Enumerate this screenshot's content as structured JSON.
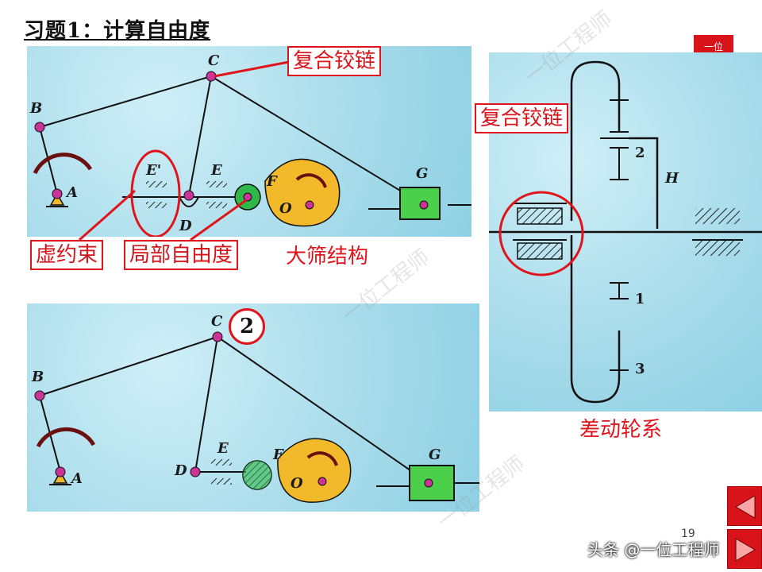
{
  "slide": {
    "title": "习题1：计算自由度",
    "page_number": "19",
    "corner_tag": "一位",
    "watermark": "头条 @一位工程师",
    "background_watermark": "一位工程师"
  },
  "panel_top": {
    "labels": {
      "A": "A",
      "B": "B",
      "C": "C",
      "D": "D",
      "E_prime": "E'",
      "E": "E",
      "F": "F",
      "O": "O",
      "G": "G"
    },
    "callouts": {
      "compound_hinge": "复合铰链",
      "redundant_constraint": "虚约束",
      "local_dof": "局部自由度"
    },
    "caption": "大筛结构"
  },
  "panel_bottom": {
    "labels": {
      "A": "A",
      "B": "B",
      "C": "C",
      "D": "D",
      "E": "E",
      "F": "F",
      "O": "O",
      "G": "G"
    },
    "badge": "2"
  },
  "panel_right": {
    "labels": {
      "n2": "2",
      "nH": "H",
      "n1": "1",
      "n3": "3"
    },
    "callout": "复合铰链",
    "caption": "差动轮系"
  },
  "colors": {
    "accent": "#e0141b",
    "panel_bg": "#a9dceb",
    "hinge": "#cc3399",
    "cam": "#f2b92a",
    "roller": "#2fb84a",
    "slider": "#4cd04c"
  }
}
